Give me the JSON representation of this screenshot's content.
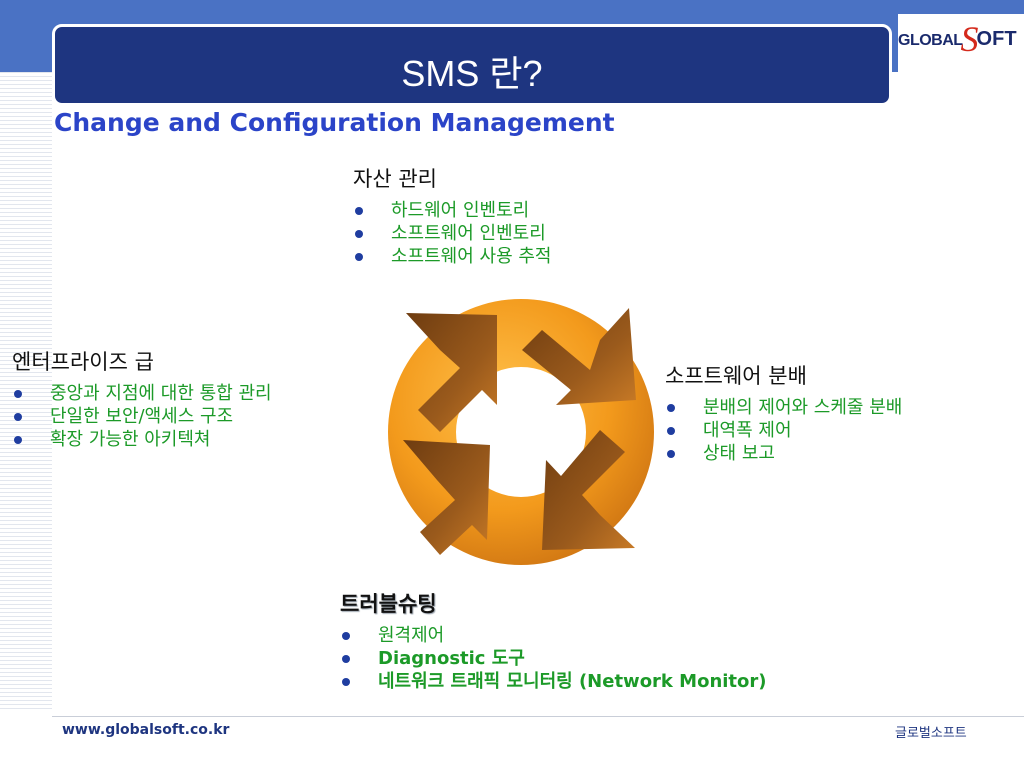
{
  "slide": {
    "title": "SMS 란?",
    "subtitle": "Change and Configuration Management"
  },
  "logo": {
    "part1": "GLOBAL",
    "part2": "S",
    "part3": "OFT"
  },
  "sections": {
    "asset": {
      "heading": "자산 관리",
      "items": [
        "하드웨어 인벤토리",
        "소프트웨어 인벤토리",
        "소프트웨어 사용 추적"
      ]
    },
    "distribution": {
      "heading": "소프트웨어 분배",
      "items": [
        "분배의 제어와 스케줄 분배",
        "대역폭 제어",
        "상태 보고"
      ]
    },
    "enterprise": {
      "heading": "엔터프라이즈 급",
      "items": [
        "중앙과 지점에 대한 통합 관리",
        "단일한 보안/액세스 구조",
        "확장 가능한 아키텍쳐"
      ]
    },
    "troubleshooting": {
      "heading": "트러블슈팅",
      "items": [
        "원격제어",
        "Diagnostic 도구",
        "네트워크 트래픽 모니터링 (Network Monitor)"
      ]
    }
  },
  "footer": {
    "url": "www.globalsoft.co.kr",
    "brand": "글로벌소프트"
  },
  "colors": {
    "title_bg": "#1e3580",
    "top_band": "#4a72c4",
    "subtitle": "#2b44c8",
    "bullet_text": "#1c9a28",
    "bullet_dot": "#1f3da0",
    "cycle_orange": "#f39a1c",
    "cycle_brown": "#7a4514",
    "logo_red": "#d42a1c"
  }
}
